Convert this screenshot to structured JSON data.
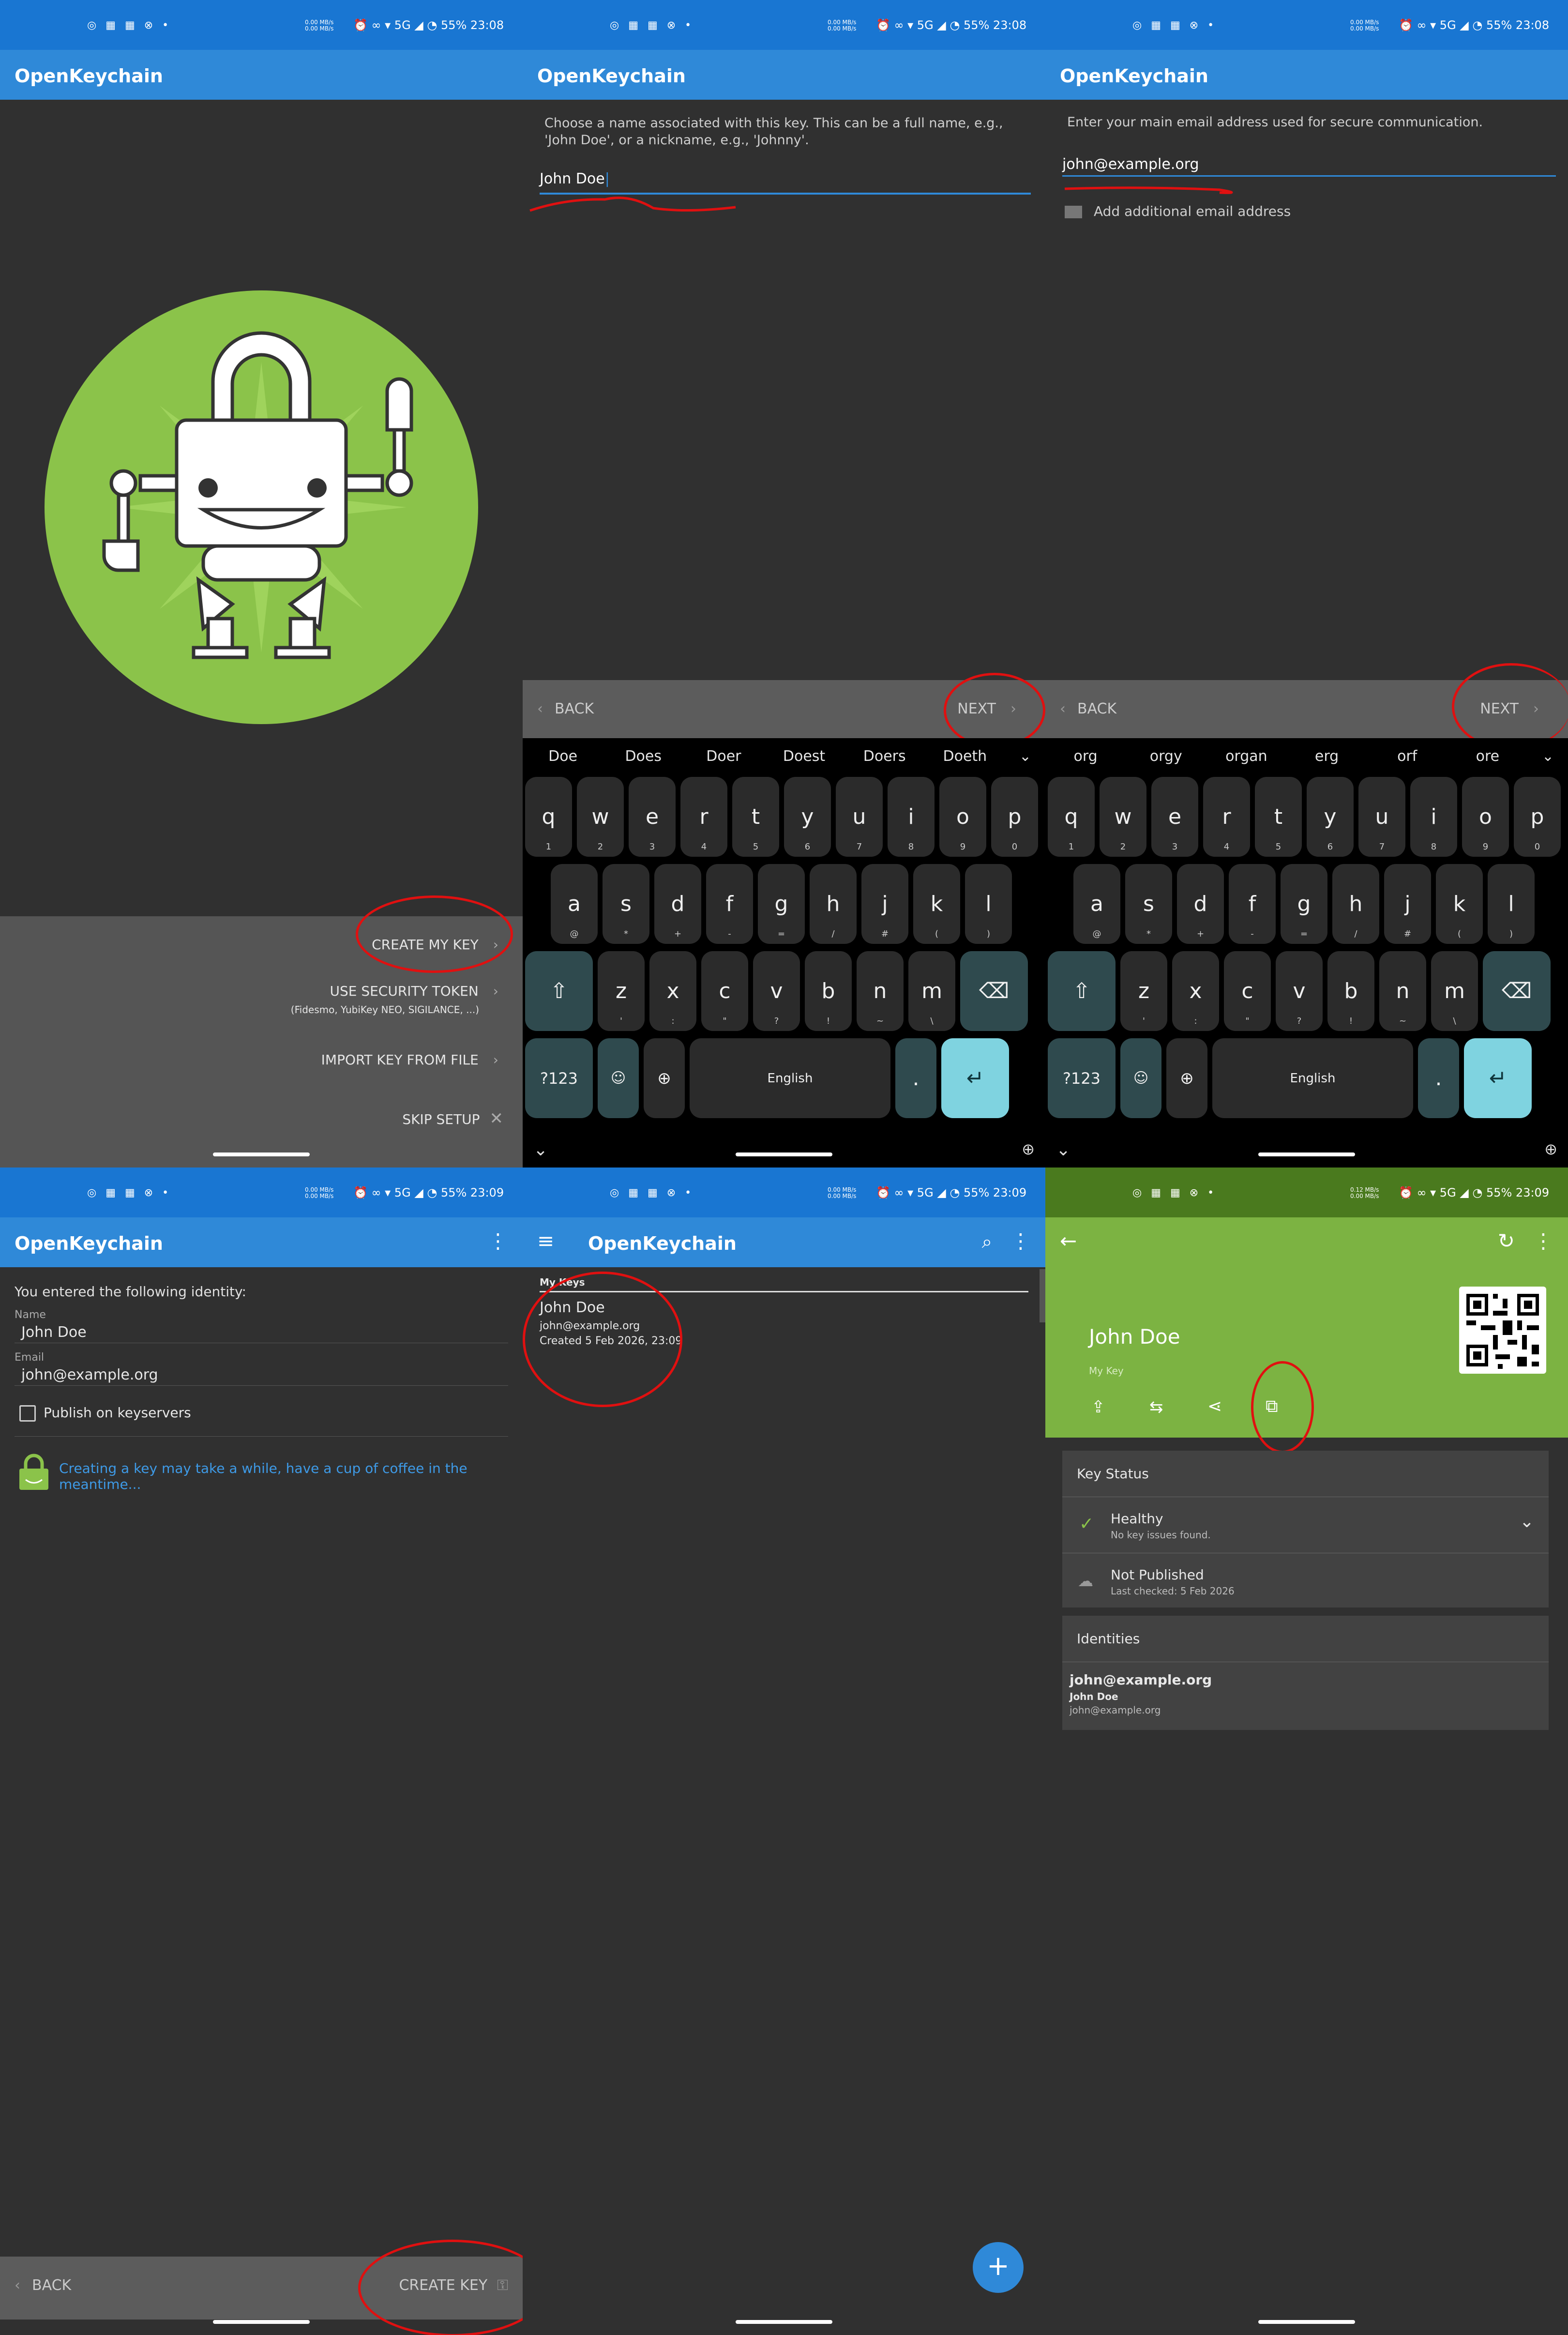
{
  "status": {
    "left_icons": "◎ ▦ ▦ ⊗ •",
    "net_1": "0.00 MB/s",
    "net_2": "0.00 MB/s",
    "right_a": "⏰ ∞ ▾ 5G ◢ ◔ 55% 23:08",
    "right_b": "⏰ ∞ ▾ 5G ◢ ◔ 55% 23:09",
    "net_6_1": "0.12 MB/s",
    "net_6_2": "0.00 MB/s"
  },
  "app_title": "OpenKeychain",
  "welcome": {
    "create": "CREATE MY KEY",
    "token": "USE SECURITY TOKEN",
    "token_sub": "(Fidesmo, YubiKey NEO, SIGILANCE, ...)",
    "import": "IMPORT KEY FROM FILE",
    "skip": "SKIP SETUP"
  },
  "name_step": {
    "instructions": "Choose a name associated with this key. This can be a full name, e.g., 'John Doe', or a nickname, e.g., 'Johnny'.",
    "value": "John Doe"
  },
  "email_step": {
    "instructions": "Enter your main email address used for secure communication.",
    "value": "john@example.org",
    "add": "Add additional email address"
  },
  "nav": {
    "back": "BACK",
    "next": "NEXT",
    "create_key": "CREATE KEY"
  },
  "keyboard": {
    "suggest_name": [
      "Doe",
      "Does",
      "Doer",
      "Doest",
      "Doers",
      "Doeth"
    ],
    "suggest_email": [
      "org",
      "orgy",
      "organ",
      "erg",
      "orf",
      "ore"
    ],
    "row1": [
      "q",
      "w",
      "e",
      "r",
      "t",
      "y",
      "u",
      "i",
      "o",
      "p"
    ],
    "row1_sub": [
      "1",
      "2",
      "3",
      "4",
      "5",
      "6",
      "7",
      "8",
      "9",
      "0"
    ],
    "row2": [
      "a",
      "s",
      "d",
      "f",
      "g",
      "h",
      "j",
      "k",
      "l"
    ],
    "row2_sub": [
      "@",
      "*",
      "+",
      "-",
      "=",
      "/",
      "#",
      "(",
      ")"
    ],
    "row3": [
      "z",
      "x",
      "c",
      "v",
      "b",
      "n",
      "m"
    ],
    "row3_sub": [
      "'",
      ":",
      "\"",
      "?",
      "!",
      "~",
      "\\"
    ],
    "sym": "?123",
    "space": "English",
    "period": "."
  },
  "review": {
    "heading": "You entered the following identity:",
    "name_label": "Name",
    "name": "John Doe",
    "email_label": "Email",
    "email": "john@example.org",
    "publish": "Publish on keyservers",
    "coffee": "Creating a key may take a while, have a cup of coffee in the meantime..."
  },
  "keys_list": {
    "section": "My Keys",
    "name": "John Doe",
    "email": "john@example.org",
    "created": "Created 5 Feb 2026, 23:09"
  },
  "key_detail": {
    "name": "John Doe",
    "tag": "My Key",
    "status_title": "Key Status",
    "healthy": "Healthy",
    "healthy_sub": "No key issues found.",
    "not_published": "Not Published",
    "last_checked": "Last checked: 5 Feb 2026",
    "identities_title": "Identities",
    "id_email": "john@example.org",
    "id_name": "John Doe",
    "id_email_sub": "john@example.org"
  },
  "colors": {
    "appbar": "#2f89d8",
    "status": "#1976d2",
    "green": "#7cb342",
    "annotation": "#e01010"
  }
}
